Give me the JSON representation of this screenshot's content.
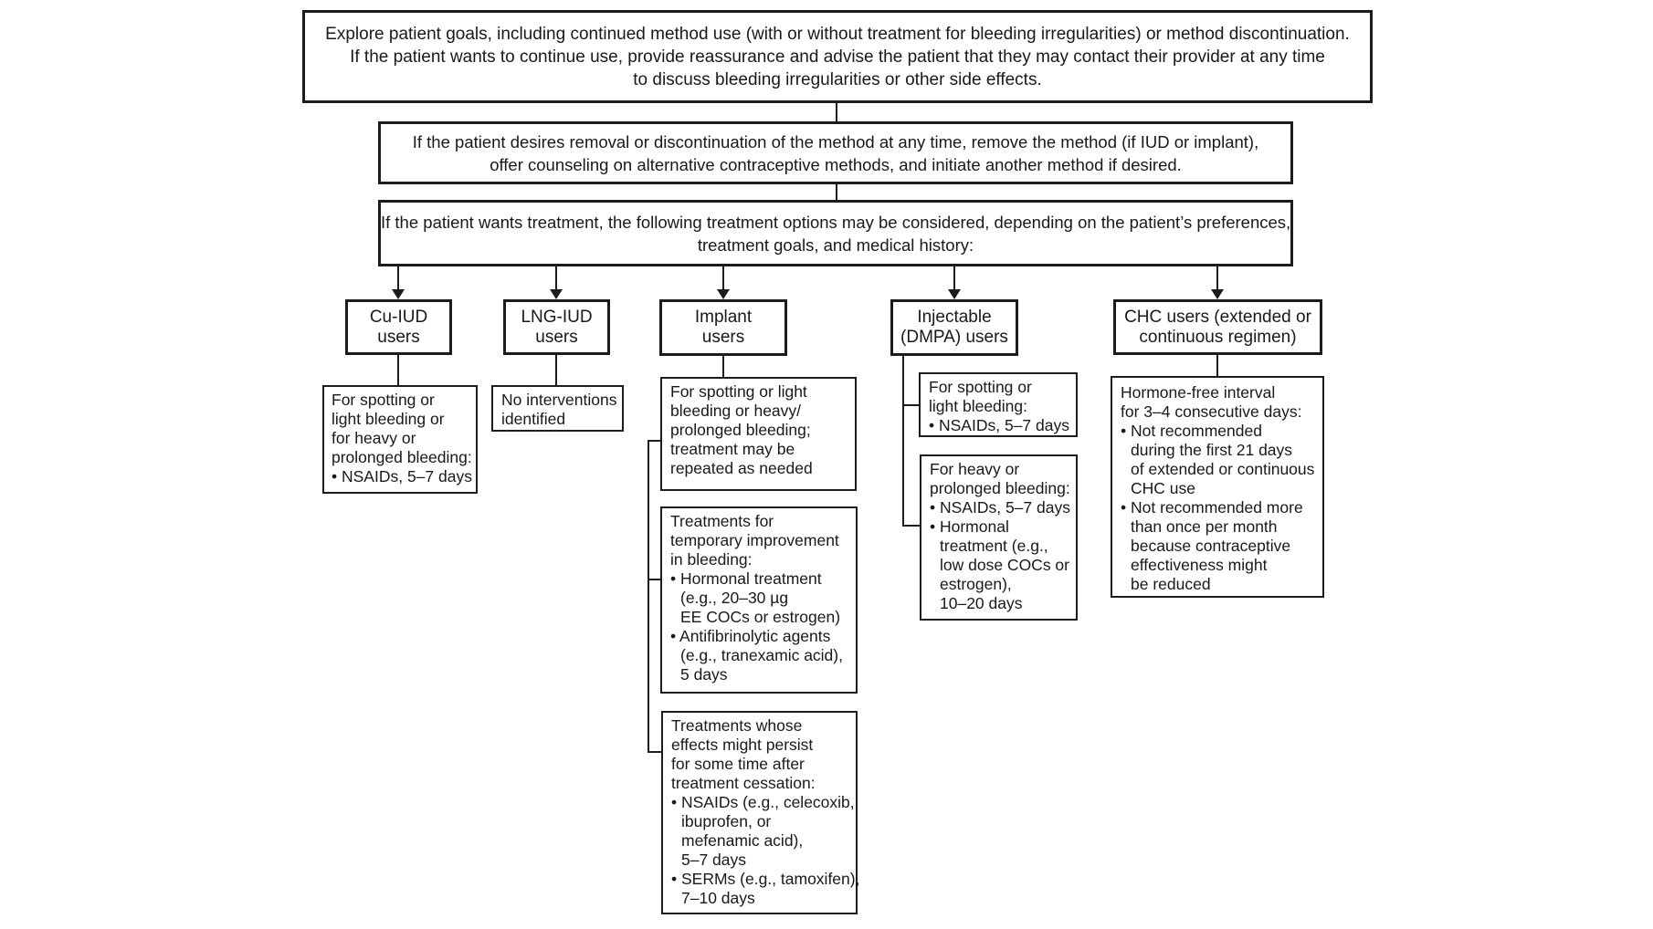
{
  "colors": {
    "background": "#ffffff",
    "ink": "#1c1c1c"
  },
  "intro_boxes": [
    {
      "name": "explore-goals",
      "lines": [
        "Explore patient goals, including continued method use (with or without treatment for bleeding irregularities) or method discontinuation.",
        "If the patient wants to continue use, provide reassurance and advise the patient that they may contact their provider at any time",
        "to discuss bleeding irregularities or other side effects."
      ]
    },
    {
      "name": "removal-counseling",
      "lines": [
        "If the patient desires removal or discontinuation of the method at any time, remove the method (if IUD or implant),",
        "offer counseling on alternative contraceptive methods, and initiate another method if desired."
      ]
    },
    {
      "name": "treatment-options",
      "lines": [
        "If the patient wants treatment, the following treatment options may be considered, depending on the patient’s preferences,",
        "treatment goals, and medical history:"
      ]
    }
  ],
  "branches": [
    {
      "name": "cu-iud",
      "header_lines": [
        "Cu-IUD",
        "users"
      ],
      "boxes": [
        {
          "name": "cu-iud-nsaids",
          "lines": [
            {
              "text": "For spotting or",
              "style": "plain"
            },
            {
              "text": "light bleeding or",
              "style": "plain"
            },
            {
              "text": "for heavy or",
              "style": "plain"
            },
            {
              "text": "prolonged bleeding:",
              "style": "plain"
            },
            {
              "text": "• NSAIDs, 5–7 days",
              "style": "bullet"
            }
          ]
        }
      ]
    },
    {
      "name": "lng-iud",
      "header_lines": [
        "LNG-IUD",
        "users"
      ],
      "boxes": [
        {
          "name": "lng-iud-no-interventions",
          "lines": [
            {
              "text": "No interventions",
              "style": "plain"
            },
            {
              "text": "identified",
              "style": "plain"
            }
          ]
        }
      ]
    },
    {
      "name": "implant",
      "header_lines": [
        "Implant",
        "users"
      ],
      "boxes": [
        {
          "name": "implant-spotting",
          "lines": [
            {
              "text": "For spotting or light",
              "style": "plain"
            },
            {
              "text": "bleeding or heavy/",
              "style": "plain"
            },
            {
              "text": "prolonged bleeding;",
              "style": "plain"
            },
            {
              "text": "treatment may be",
              "style": "plain"
            },
            {
              "text": "repeated as needed",
              "style": "plain"
            }
          ]
        },
        {
          "name": "implant-temporary-treatments",
          "lines": [
            {
              "text": "Treatments for",
              "style": "plain"
            },
            {
              "text": "temporary improvement",
              "style": "plain"
            },
            {
              "text": "in bleeding:",
              "style": "plain"
            },
            {
              "text": "• Hormonal treatment",
              "style": "bullet"
            },
            {
              "text": "(e.g., 20–30 µg",
              "style": "cont"
            },
            {
              "text": "EE COCs or estrogen)",
              "style": "cont"
            },
            {
              "text": "• Antifibrinolytic agents",
              "style": "bullet"
            },
            {
              "text": "(e.g., tranexamic acid),",
              "style": "cont"
            },
            {
              "text": "5 days",
              "style": "cont"
            }
          ]
        },
        {
          "name": "implant-persistent-treatments",
          "lines": [
            {
              "text": "Treatments whose",
              "style": "plain"
            },
            {
              "text": "effects might persist",
              "style": "plain"
            },
            {
              "text": "for some time after",
              "style": "plain"
            },
            {
              "text": "treatment cessation:",
              "style": "plain"
            },
            {
              "text": "• NSAIDs (e.g., celecoxib,",
              "style": "bullet"
            },
            {
              "text": "ibuprofen, or",
              "style": "cont"
            },
            {
              "text": "mefenamic acid),",
              "style": "cont"
            },
            {
              "text": "5–7 days",
              "style": "cont"
            },
            {
              "text": "• SERMs (e.g., tamoxifen),",
              "style": "bullet"
            },
            {
              "text": "7–10 days",
              "style": "cont"
            }
          ]
        }
      ]
    },
    {
      "name": "injectable-dmpa",
      "header_lines": [
        "Injectable",
        "(DMPA) users"
      ],
      "boxes": [
        {
          "name": "injectable-spotting",
          "lines": [
            {
              "text": "For spotting or",
              "style": "plain"
            },
            {
              "text": "light bleeding:",
              "style": "plain"
            },
            {
              "text": "• NSAIDs, 5–7 days",
              "style": "bullet"
            }
          ]
        },
        {
          "name": "injectable-heavy",
          "lines": [
            {
              "text": "For heavy or",
              "style": "plain"
            },
            {
              "text": "prolonged bleeding:",
              "style": "plain"
            },
            {
              "text": "• NSAIDs, 5–7 days",
              "style": "bullet"
            },
            {
              "text": "• Hormonal",
              "style": "bullet"
            },
            {
              "text": "treatment (e.g.,",
              "style": "cont"
            },
            {
              "text": "low dose COCs or",
              "style": "cont"
            },
            {
              "text": "estrogen),",
              "style": "cont"
            },
            {
              "text": "10–20 days",
              "style": "cont"
            }
          ]
        }
      ]
    },
    {
      "name": "chc",
      "header_lines": [
        "CHC users (extended or",
        "continuous regimen)"
      ],
      "boxes": [
        {
          "name": "chc-hormone-free-interval",
          "lines": [
            {
              "text": "Hormone-free interval",
              "style": "plain"
            },
            {
              "text": "for 3–4 consecutive days:",
              "style": "plain"
            },
            {
              "text": "• Not recommended",
              "style": "bullet"
            },
            {
              "text": "during the first 21 days",
              "style": "cont"
            },
            {
              "text": "of extended or continuous",
              "style": "cont"
            },
            {
              "text": "CHC use",
              "style": "cont"
            },
            {
              "text": "• Not recommended more",
              "style": "bullet"
            },
            {
              "text": "than once per month",
              "style": "cont"
            },
            {
              "text": "because contraceptive",
              "style": "cont"
            },
            {
              "text": "effectiveness might",
              "style": "cont"
            },
            {
              "text": "be reduced",
              "style": "cont"
            }
          ]
        }
      ]
    }
  ]
}
